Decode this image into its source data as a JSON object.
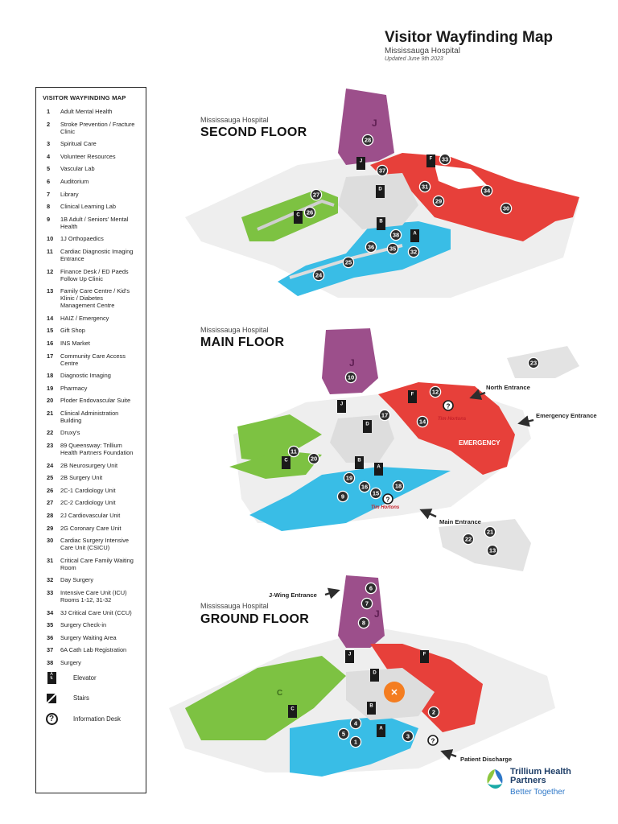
{
  "header": {
    "title": "Visitor Wayfinding Map",
    "subtitle": "Mississauga Hospital",
    "updated": "Updated June 9th 2023"
  },
  "legend": {
    "title": "VISITOR WAYFINDING MAP",
    "items": [
      {
        "num": "1",
        "label": "Adult Mental Health"
      },
      {
        "num": "2",
        "label": "Stroke Prevention / Fracture Clinic"
      },
      {
        "num": "3",
        "label": "Spiritual Care"
      },
      {
        "num": "4",
        "label": "Volunteer Resources"
      },
      {
        "num": "5",
        "label": "Vascular Lab"
      },
      {
        "num": "6",
        "label": "Auditorium"
      },
      {
        "num": "7",
        "label": "Library"
      },
      {
        "num": "8",
        "label": "Clinical Learning Lab"
      },
      {
        "num": "9",
        "label": "1B Adult / Seniors' Mental Health"
      },
      {
        "num": "10",
        "label": "1J Orthopaedics"
      },
      {
        "num": "11",
        "label": "Cardiac Diagnostic Imaging Entrance"
      },
      {
        "num": "12",
        "label": "Finance Desk / ED Paeds Follow Up Clinic"
      },
      {
        "num": "13",
        "label": "Family Care Centre / Kid's Klinic / Diabetes Management Centre"
      },
      {
        "num": "14",
        "label": "HAIZ / Emergency"
      },
      {
        "num": "15",
        "label": "Gift Shop"
      },
      {
        "num": "16",
        "label": "INS Market"
      },
      {
        "num": "17",
        "label": "Community Care Access Centre"
      },
      {
        "num": "18",
        "label": "Diagnostic Imaging"
      },
      {
        "num": "19",
        "label": "Pharmacy"
      },
      {
        "num": "20",
        "label": "Ploder Endovascular Suite"
      },
      {
        "num": "21",
        "label": "Clinical Administration Building"
      },
      {
        "num": "22",
        "label": "Druxy's"
      },
      {
        "num": "23",
        "label": "89 Queensway: Trillium Health Partners Foundation"
      },
      {
        "num": "24",
        "label": "2B Neurosurgery Unit"
      },
      {
        "num": "25",
        "label": "2B Surgery Unit"
      },
      {
        "num": "26",
        "label": "2C-1 Cardiology Unit"
      },
      {
        "num": "27",
        "label": "2C-2 Cardiology Unit"
      },
      {
        "num": "28",
        "label": "2J Cardiovascular Unit"
      },
      {
        "num": "29",
        "label": "2G Coronary Care Unit"
      },
      {
        "num": "30",
        "label": "Cardiac Surgery Intensive Care Unit (CSICU)"
      },
      {
        "num": "31",
        "label": "Critical Care Family Waiting Room"
      },
      {
        "num": "32",
        "label": "Day Surgery"
      },
      {
        "num": "33",
        "label": "Intensive Care Unit (ICU) Rooms 1-12, 31-32"
      },
      {
        "num": "34",
        "label": "3J Critical Care Unit (CCU)"
      },
      {
        "num": "35",
        "label": "Surgery Check-in"
      },
      {
        "num": "36",
        "label": "Surgery Waiting Area"
      },
      {
        "num": "37",
        "label": "6A Cath Lab Registration"
      },
      {
        "num": "38",
        "label": "Surgery"
      }
    ],
    "keys": [
      {
        "icon": "elevator-icon",
        "label": "Elevator"
      },
      {
        "icon": "stairs-icon",
        "label": "Stairs"
      },
      {
        "icon": "information-desk-icon",
        "label": "Information Desk"
      }
    ]
  },
  "floors": {
    "second": {
      "hospital": "Mississauga Hospital",
      "name": "SECOND FLOOR",
      "wing_labels": [
        "J"
      ],
      "markers": [
        "28",
        "37",
        "33",
        "31",
        "34",
        "29",
        "30",
        "27",
        "26",
        "38",
        "36",
        "35",
        "32",
        "25",
        "24"
      ]
    },
    "main": {
      "hospital": "Mississauga Hospital",
      "name": "MAIN FLOOR",
      "wing_labels": [
        "J",
        "EMERGENCY"
      ],
      "markers": [
        "10",
        "12",
        "17",
        "14",
        "11",
        "20",
        "19",
        "18",
        "16",
        "15",
        "9",
        "23",
        "21",
        "22",
        "13"
      ],
      "entrances": [
        "North Entrance",
        "Emergency Entrance",
        "Main Entrance"
      ],
      "shops": [
        "Tim Hortons",
        "Tim Hortons"
      ]
    },
    "ground": {
      "hospital": "Mississauga Hospital",
      "name": "GROUND FLOOR",
      "wing_labels": [
        "J",
        "C"
      ],
      "markers": [
        "6",
        "7",
        "8",
        "2",
        "4",
        "5",
        "1",
        "3"
      ],
      "entrances": [
        "J-Wing Entrance",
        "Patient Discharge"
      ]
    }
  },
  "elevator_letters": {
    "second": [
      "J",
      "F",
      "D",
      "C",
      "B",
      "A"
    ],
    "main": [
      "J",
      "F",
      "D",
      "C",
      "B",
      "A"
    ],
    "ground": [
      "J",
      "F",
      "D",
      "C",
      "B",
      "A"
    ]
  },
  "colors": {
    "purple": "#9c4f8b",
    "red": "#e7403a",
    "green": "#7dc242",
    "blue": "#39bde6",
    "grey": "#e6e6e6",
    "dark": "#2d2d2d"
  },
  "logo": {
    "name": "Trillium Health Partners",
    "tagline": "Better Together"
  }
}
